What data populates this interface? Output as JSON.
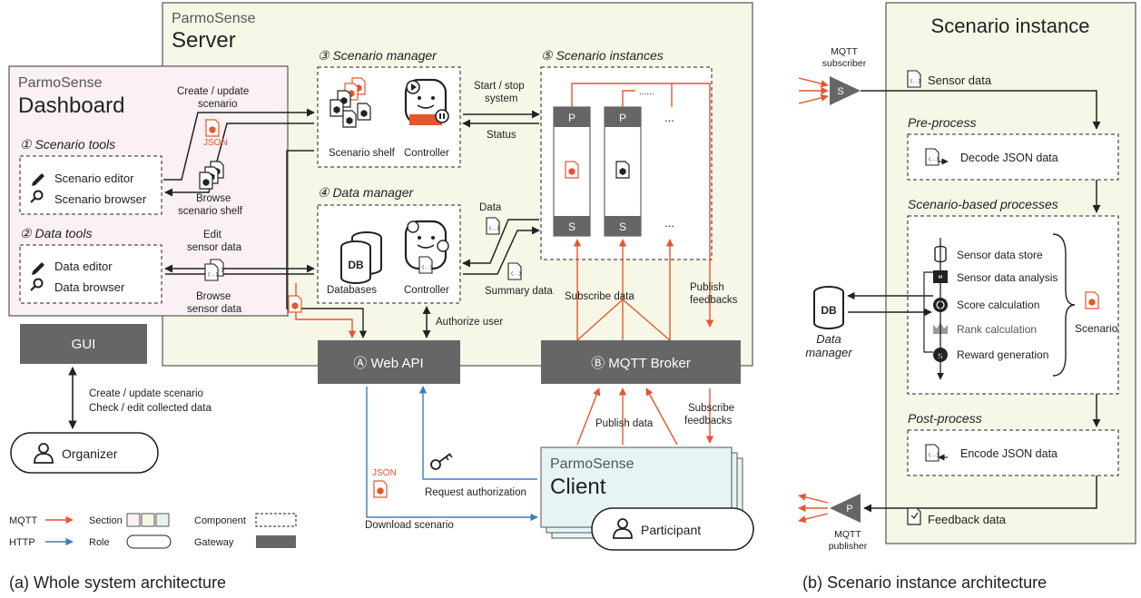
{
  "server": {
    "brand": "ParmoSense",
    "title": "Server"
  },
  "dashboard": {
    "brand": "ParmoSense",
    "title": "Dashboard",
    "scenario_tools": "① Scenario tools",
    "scenario_editor": "Scenario editor",
    "scenario_browser": "Scenario browser",
    "data_tools": "② Data tools",
    "data_editor": "Data editor",
    "data_browser": "Data browser"
  },
  "gui": "GUI",
  "organizer": "Organizer",
  "scenario_manager": {
    "title": "③ Scenario manager",
    "shelf": "Scenario shelf",
    "controller": "Controller"
  },
  "data_manager": {
    "title": "④ Data manager",
    "databases": "Databases",
    "controller": "Controller",
    "db": "DB"
  },
  "scenario_instances": {
    "title": "⑤ Scenario instances",
    "p": "P",
    "s": "S",
    "ellipsis": "..."
  },
  "web_api": "Ⓐ Web API",
  "mqtt_broker": "Ⓑ MQTT Broker",
  "client": {
    "brand": "ParmoSense",
    "title": "Client"
  },
  "participant": "Participant",
  "labels": {
    "create_update_1": "Create / update",
    "create_update_2": "scenario",
    "json": "JSON",
    "browse_shelf_1": "Browse",
    "browse_shelf_2": "scenario shelf",
    "edit_sensor_1": "Edit",
    "edit_sensor_2": "sensor data",
    "browse_sensor_1": "Browse",
    "browse_sensor_2": "sensor data",
    "start_stop_1": "Start / stop",
    "start_stop_2": "system",
    "status": "Status",
    "data": "Data",
    "summary_data": "Summary data",
    "subscribe_data": "Subscribe data",
    "publish_feedbacks_1": "Publish",
    "publish_feedbacks_2": "feedbacks",
    "authorize_user": "Authorize user",
    "gui_org_1": "Create / update scenario",
    "gui_org_2": "Check / edit collected data",
    "publish_data": "Publish data",
    "subscribe_feedbacks_1": "Subscribe",
    "subscribe_feedbacks_2": "feedbacks",
    "request_auth": "Request authorization",
    "download_scenario": "Download scenario",
    "json2": "JSON"
  },
  "legend": {
    "mqtt": "MQTT",
    "http": "HTTP",
    "section": "Section",
    "role": "Role",
    "component": "Component",
    "gateway": "Gateway"
  },
  "captions": {
    "a": "(a) Whole system architecture",
    "b": "(b) Scenario instance architecture"
  },
  "instance": {
    "title": "Scenario instance",
    "mqtt_sub_1": "MQTT",
    "mqtt_sub_2": "subscriber",
    "mqtt_pub_1": "MQTT",
    "mqtt_pub_2": "publisher",
    "s": "S",
    "p": "P",
    "sensor_data": "Sensor data",
    "preprocess": "Pre-process",
    "decode": "Decode JSON data",
    "scenario_based": "Scenario-based processes",
    "store": "Sensor data store",
    "analysis": "Sensor data analysis",
    "score": "Score calculation",
    "rank": "Rank calculation",
    "reward": "Reward generation",
    "scenario": "Scenario",
    "db": "DB",
    "data_manager_1": "Data",
    "data_manager_2": "manager",
    "postprocess": "Post-process",
    "encode": "Encode JSON data",
    "feedback": "Feedback data"
  },
  "colors": {
    "server_bg": "#f7f7e8",
    "dashboard_bg": "#fbf0f4",
    "client_bg": "#e6f4f5",
    "instance_bg": "#f7f7e8",
    "gateway": "#666666",
    "mqtt": "#e4572e",
    "http": "#3a7ebf"
  }
}
